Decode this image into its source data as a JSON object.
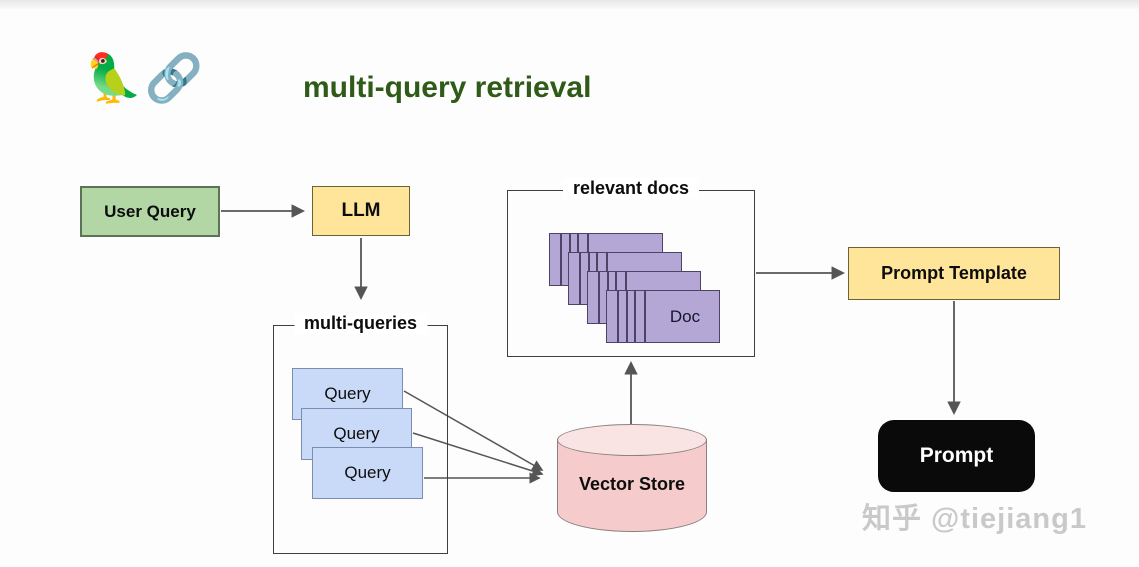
{
  "header": {
    "parrot_emoji": "🦜",
    "chain_emoji": "🔗",
    "title": "multi-query retrieval"
  },
  "nodes": {
    "user_query": "User Query",
    "llm": "LLM",
    "vector_store": "Vector Store",
    "prompt_template": "Prompt Template",
    "prompt": "Prompt"
  },
  "groups": {
    "multi_queries": {
      "label": "multi-queries",
      "queries": [
        "Query",
        "Query",
        "Query"
      ]
    },
    "relevant_docs": {
      "label": "relevant docs",
      "doc_label": "Doc",
      "doc_count": 4
    }
  },
  "flow": [
    "User Query -> LLM",
    "LLM -> multi-queries",
    "Query -> Vector Store",
    "Query -> Vector Store",
    "Query -> Vector Store",
    "Vector Store -> relevant docs",
    "relevant docs -> Prompt Template",
    "Prompt Template -> Prompt"
  ],
  "watermark": "知乎 @tiejiang1",
  "colors": {
    "title_text": "#2f5a17",
    "user_query_fill": "#b2d7a4",
    "llm_fill": "#ffe599",
    "query_fill": "#c9daf8",
    "doc_fill": "#b4a7d6",
    "vector_store_fill": "#f5cbcb",
    "prompt_template_fill": "#ffe599",
    "prompt_fill": "#0a0a0a",
    "arrow": "#555555",
    "watermark_text": "#c9c9c9"
  }
}
